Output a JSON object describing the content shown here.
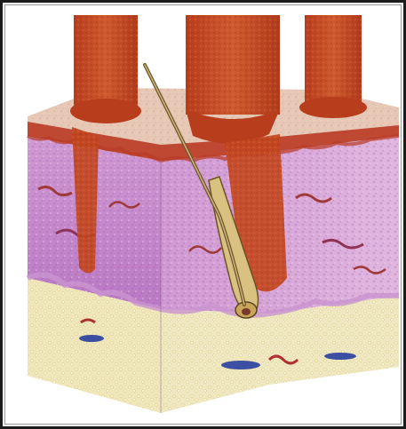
{
  "figure": {
    "content": "skin-cross-section-illustration",
    "colors": {
      "frame": "#1c1c1c",
      "background": "#ffffff",
      "beam": "#c64a24",
      "beam_dark": "#9e2f16",
      "epidermis_top": "#e7c9b6",
      "epidermis_edge": "#b93a23",
      "dermis": "#c98bd0",
      "dermis_light": "#d9a6dc",
      "fat_layer": "#eee5b8",
      "hair_shaft": "#b69a63",
      "follicle_bulb": "#d9c281",
      "vessel_blue": "#3d4fa3"
    },
    "icons": [
      "laser-beam",
      "hair-shaft",
      "hair-follicle",
      "blood-vessel"
    ]
  }
}
